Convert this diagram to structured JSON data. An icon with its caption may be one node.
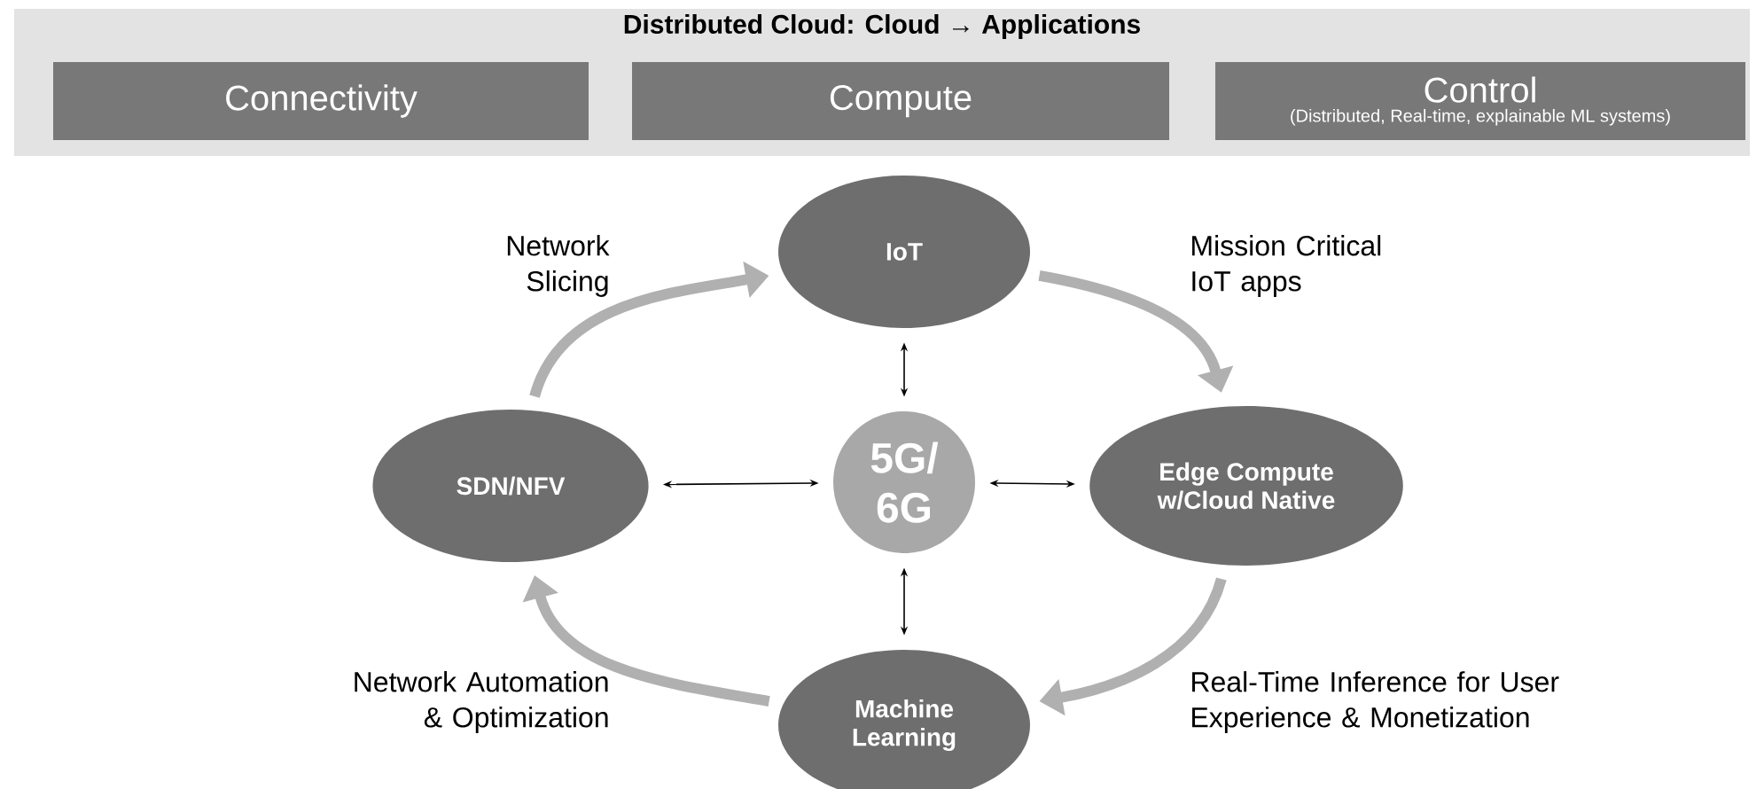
{
  "diagram": {
    "nodes": [
      {
        "text": [
          "Distributed Cloud: Cloud → Applications"
        ]
      },
      {
        "text": [
          "Connectivity"
        ],
        "in": 0
      },
      {
        "text": [
          "Compute"
        ],
        "in": 0
      },
      {
        "text": [
          "Control",
          "(Distributed, Real-time, explainable ML systems)"
        ],
        "in": 0
      },
      {
        "text": [
          "IoT"
        ]
      },
      {
        "text": [
          "SDN/NFV"
        ]
      },
      {
        "text": [
          "5G/ 6G"
        ]
      },
      {
        "text": [
          "Edge Compute w/Cloud Native"
        ]
      },
      {
        "text": [
          "Machine Learning"
        ]
      }
    ],
    "edges": [
      {
        "from": 5,
        "to": 4,
        "arrow": "to",
        "label": "Network Slicing",
        "style": "thick",
        "color": "#b0b0b0"
      },
      {
        "from": 4,
        "to": 7,
        "arrow": "to",
        "label": "Mission Critical IoT apps",
        "style": "thick",
        "color": "#b0b0b0"
      },
      {
        "from": 7,
        "to": 8,
        "arrow": "to",
        "label": "Real-Time Inference for User Experience & Monetization",
        "style": "thick",
        "color": "#b0b0b0"
      },
      {
        "from": 8,
        "to": 5,
        "arrow": "to",
        "label": "Network Automation & Optimization",
        "style": "thick",
        "color": "#b0b0b0"
      },
      {
        "from": 6,
        "to": 4,
        "arrow": "both",
        "color": "#000000"
      },
      {
        "from": 6,
        "to": 5,
        "arrow": "both",
        "color": "#000000"
      },
      {
        "from": 6,
        "to": 7,
        "arrow": "both",
        "color": "#000000"
      },
      {
        "from": 6,
        "to": 8,
        "arrow": "both",
        "color": "#000000"
      }
    ]
  }
}
